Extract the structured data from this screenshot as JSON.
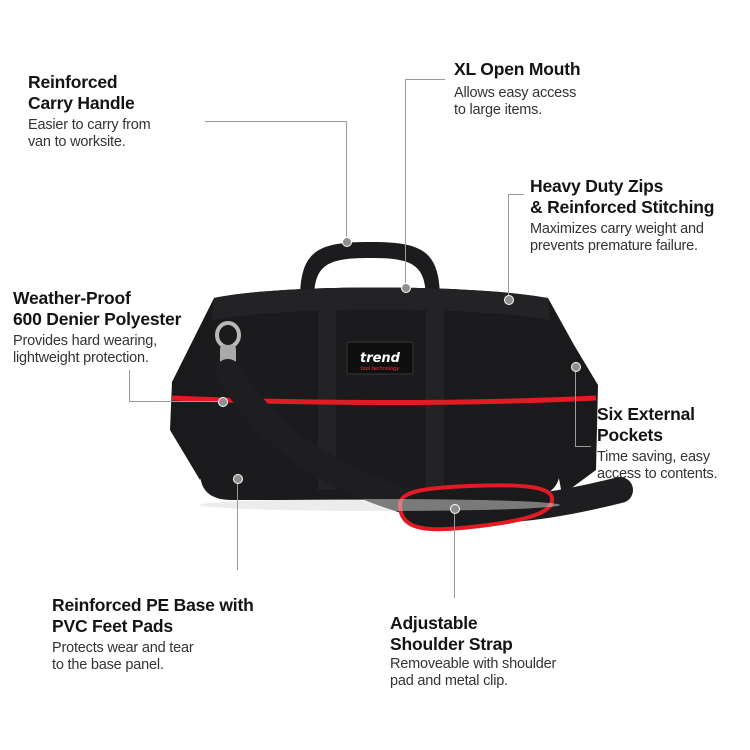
{
  "brand": {
    "logo": "trend",
    "tagline": "tool technology"
  },
  "colors": {
    "bag": "#1b1b1d",
    "trim": "#e01b24",
    "text": "#141414",
    "leader": "#9a9a9a"
  },
  "features": [
    {
      "id": "handle",
      "title_lines": [
        "Reinforced",
        "Carry Handle"
      ],
      "desc_lines": [
        "Easier to carry from",
        "van to worksite."
      ]
    },
    {
      "id": "mouth",
      "title_lines": [
        "XL Open Mouth"
      ],
      "desc_lines": [
        "Allows easy access",
        "to large items."
      ]
    },
    {
      "id": "zips",
      "title_lines": [
        "Heavy Duty Zips",
        "& Reinforced Stitching"
      ],
      "desc_lines": [
        "Maximizes carry weight and",
        "prevents premature failure."
      ]
    },
    {
      "id": "polyester",
      "title_lines": [
        "Weather-Proof",
        "600 Denier Polyester"
      ],
      "desc_lines": [
        "Provides hard wearing,",
        "lightweight protection."
      ]
    },
    {
      "id": "pockets",
      "title_lines": [
        "Six External",
        "Pockets"
      ],
      "desc_lines": [
        "Time saving, easy",
        "access to contents."
      ]
    },
    {
      "id": "base",
      "title_lines": [
        "Reinforced PE Base with",
        "PVC Feet Pads"
      ],
      "desc_lines": [
        "Protects wear and tear",
        "to the base panel."
      ]
    },
    {
      "id": "strap",
      "title_lines": [
        "Adjustable",
        "Shoulder Strap"
      ],
      "desc_lines": [
        "Removeable with shoulder",
        "pad and metal clip."
      ]
    }
  ]
}
